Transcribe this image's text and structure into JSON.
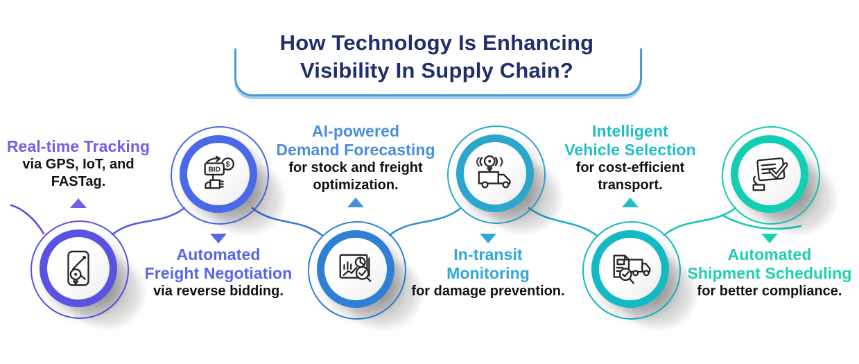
{
  "title": {
    "line1": "How Technology Is Enhancing",
    "line2": "Visibility In Supply Chain?"
  },
  "nodes": [
    {
      "heading_line1": "Real-time Tracking",
      "heading_line2": "",
      "desc_line1": "via GPS, IoT, and",
      "desc_line2": "FASTag.",
      "accent": "#7a5ce8",
      "ring": "#5a52e0",
      "icon": "route-tracking-icon",
      "text_position": "top"
    },
    {
      "heading_line1": "Automated",
      "heading_line2": "Freight Negotiation",
      "desc_line1": "via reverse bidding.",
      "desc_line2": "",
      "accent": "#5766e8",
      "ring": "#4969e6",
      "icon": "bid-hand-icon",
      "bid_label": "BID",
      "coin_symbol": "$",
      "text_position": "bottom"
    },
    {
      "heading_line1": "AI-powered",
      "heading_line2": "Demand Forecasting",
      "desc_line1": "for stock and freight",
      "desc_line2": "optimization.",
      "accent": "#4a8cde",
      "ring": "#2f80d4",
      "icon": "analytics-dashboard-icon",
      "text_position": "top"
    },
    {
      "heading_line1": "In-transit",
      "heading_line2": "Monitoring",
      "desc_line1": "for damage prevention.",
      "desc_line2": "",
      "accent": "#2fa7d8",
      "ring": "#2ca6cb",
      "icon": "truck-camera-icon",
      "text_position": "bottom"
    },
    {
      "heading_line1": "Intelligent",
      "heading_line2": "Vehicle Selection",
      "desc_line1": "for cost-efficient",
      "desc_line2": "transport.",
      "accent": "#1fbfc8",
      "ring": "#14b9c4",
      "icon": "truck-inspection-icon",
      "text_position": "top"
    },
    {
      "heading_line1": "Automated",
      "heading_line2": "Shipment Scheduling",
      "desc_line1": "for better compliance.",
      "desc_line2": "",
      "accent": "#1dd0ae",
      "ring": "#12ceb2",
      "icon": "tablet-checklist-icon",
      "text_position": "bottom"
    }
  ],
  "colors": {
    "title_text": "#202f6b",
    "description_text": "#121212",
    "title_bracket": "#4a9ad8",
    "wave_gradient": [
      "#5a52e0",
      "#4969e6",
      "#2f80d4",
      "#2ca6cb",
      "#14b9c4",
      "#12ceb2"
    ]
  }
}
